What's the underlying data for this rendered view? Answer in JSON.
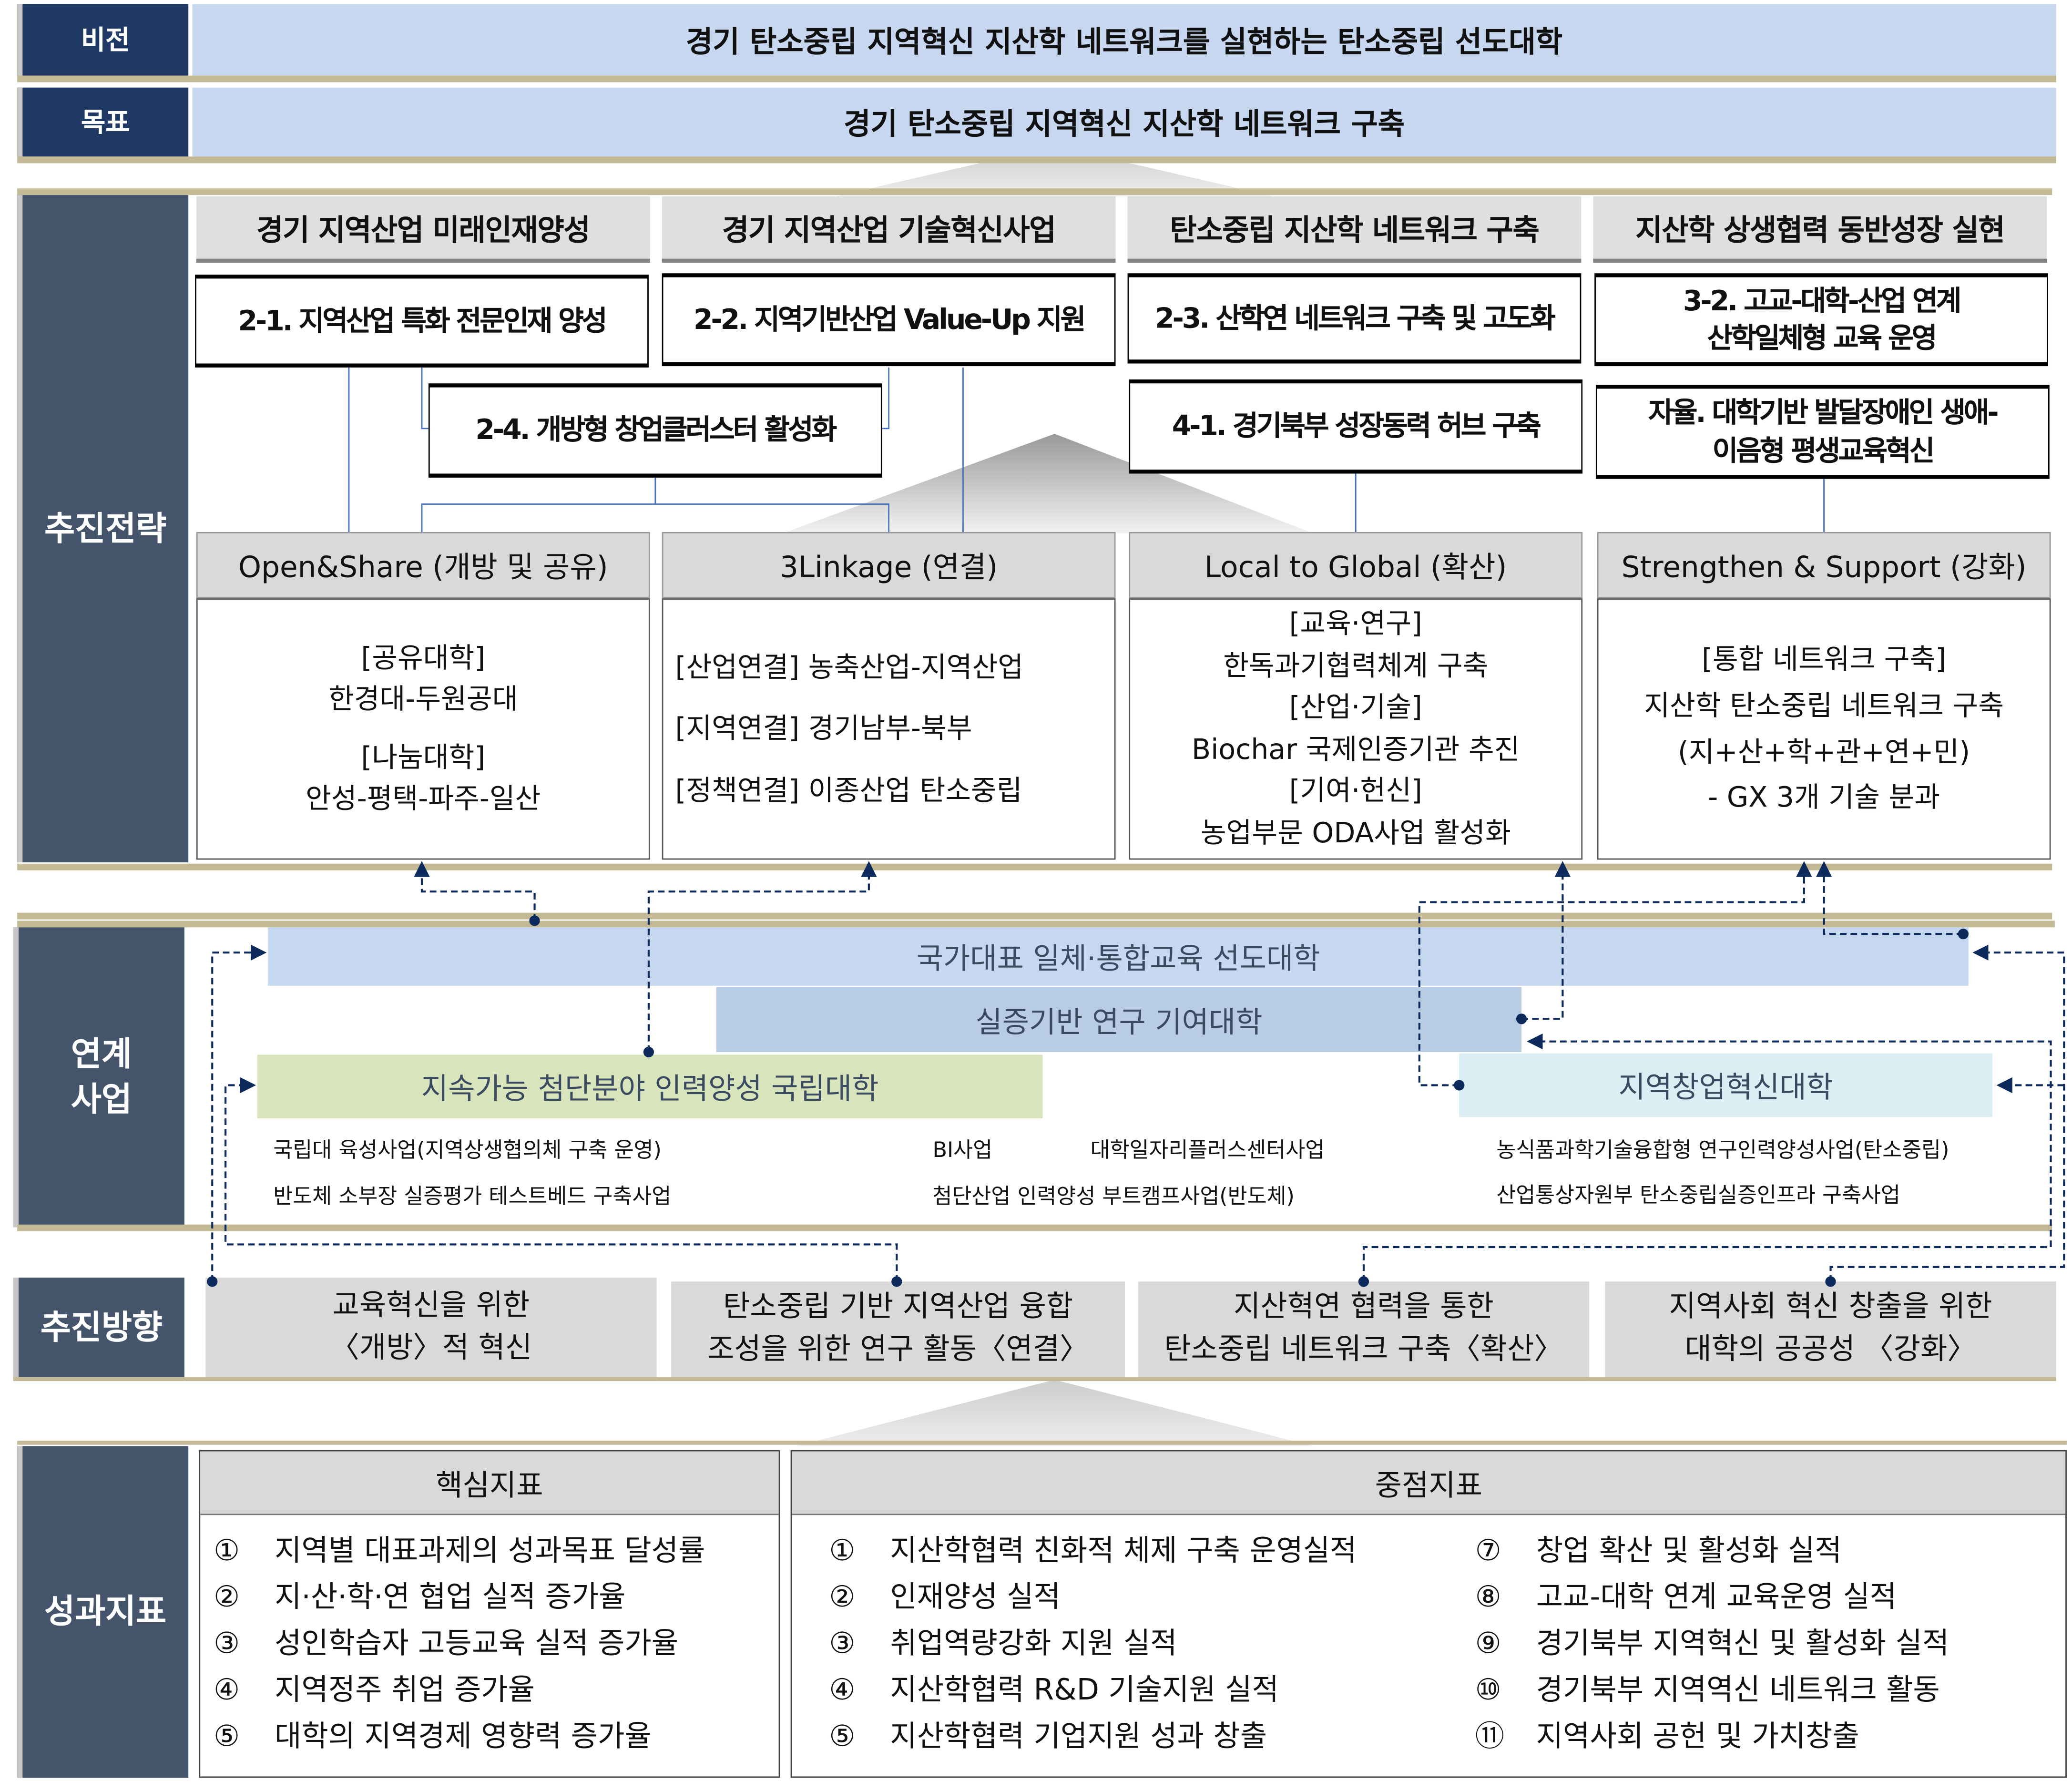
{
  "vision": {
    "label": "비전",
    "text": "경기 탄소중립 지역혁신 지산학 네트워크를 실현하는 탄소중립 선도대학"
  },
  "goal": {
    "label": "목표",
    "text": "경기 탄소중립 지역혁신 지산학 네트워크 구축"
  },
  "strategy": {
    "label": "추진전략",
    "headers": [
      "경기 지역산업 미래인재양성",
      "경기 지역산업 기술혁신사업",
      "탄소중립 지산학 네트워크 구축",
      "지산학 상생협력 동반성장 실현"
    ],
    "tasks_row1": [
      "2-1. 지역산업 특화 전문인재 양성",
      "2-2. 지역기반산업 Value-Up 지원",
      "2-3. 산학연 네트워크 구축 및 고도화",
      "3-2. 고교-대학-산업 연계\n산학일체형 교육 운영"
    ],
    "tasks_row2": [
      "2-4. 개방형 창업클러스터 활성화",
      "4-1. 경기북부 성장동력 허브 구축",
      "자율. 대학기반 발달장애인 생애-\n이음형 평생교육혁신"
    ],
    "pillars": [
      {
        "title": "Open&Share (개방 및 공유)",
        "lines": [
          "[공유대학]",
          "한경대-두원공대",
          "[나눔대학]",
          "안성-평택-파주-일산"
        ]
      },
      {
        "title": "3Linkage (연결)",
        "lines": [
          "[산업연결] 농축산업-지역산업",
          "[지역연결] 경기남부-북부",
          "[정책연결] 이종산업 탄소중립"
        ]
      },
      {
        "title": "Local to Global (확산)",
        "lines": [
          "[교육·연구]",
          "한독과기협력체계 구축",
          "[산업·기술]",
          "Biochar 국제인증기관 추진",
          "[기여·헌신]",
          "농업부문 ODA사업 활성화"
        ]
      },
      {
        "title": "Strengthen & Support (강화)",
        "lines": [
          "[통합 네트워크 구축]",
          "지산학 탄소중립 네트워크 구축",
          "(지+산+학+관+연+민)",
          "- GX 3개 기술 분과"
        ]
      }
    ]
  },
  "linked": {
    "label": "연계\n사업",
    "programs": [
      "국가대표 일체·통합교육 선도대학",
      "실증기반 연구 기여대학",
      "지속가능 첨단분야 인력양성 국립대학",
      "지역창업혁신대학"
    ],
    "projects": [
      "국립대 육성사업(지역상생협의체 구축 운영)",
      "반도체 소부장 실증평가 테스트베드 구축사업",
      "BI사업",
      "대학일자리플러스센터사업",
      "첨단산업 인력양성 부트캠프사업(반도체)",
      "농식품과학기술융합형 연구인력양성사업(탄소중립)",
      "산업통상자원부 탄소중립실증인프라 구축사업"
    ],
    "colors": {
      "national": "#c6d8f0",
      "research": "#b8cce4",
      "sustain": "#d8e4bc",
      "startup": "#daeef3",
      "arrow": "#0d2a5c"
    }
  },
  "direction": {
    "label": "추진방향",
    "items": [
      "교육혁신을 위한\n〈개방〉적 혁신",
      "탄소중립 기반 지역산업 융합\n조성을 위한 연구 활동〈연결〉",
      "지산혁연 협력을 통한\n탄소중립 네트워크 구축〈확산〉",
      "지역사회 혁신 창출을 위한\n대학의 공공성 〈강화〉"
    ]
  },
  "kpi": {
    "label": "성과지표",
    "core_title": "핵심지표",
    "focus_title": "중점지표",
    "core": [
      [
        "①",
        "지역별 대표과제의 성과목표 달성률"
      ],
      [
        "②",
        "지·산·학·연 협업 실적 증가율"
      ],
      [
        "③",
        "성인학습자 고등교육 실적 증가율"
      ],
      [
        "④",
        "지역정주 취업 증가율"
      ],
      [
        "⑤",
        "대학의 지역경제 영향력 증가율"
      ]
    ],
    "focus_left": [
      [
        "①",
        "지산학협력 친화적 체제 구축 운영실적"
      ],
      [
        "②",
        "인재양성 실적"
      ],
      [
        "③",
        "취업역량강화 지원 실적"
      ],
      [
        "④",
        "지산학협력 R&D 기술지원 실적"
      ],
      [
        "⑤",
        "지산학협력 기업지원 성과 창출"
      ]
    ],
    "focus_right": [
      [
        "⑦",
        "창업 확산 및 활성화 실적"
      ],
      [
        "⑧",
        "고교-대학 연계 교육운영 실적"
      ],
      [
        "⑨",
        "경기북부 지역혁신 및 활성화 실적"
      ],
      [
        "⑩",
        "경기북부 지역역신 네트워크 활동"
      ],
      [
        "⑪",
        "지역사회 공헌 및 가치창출"
      ]
    ]
  }
}
